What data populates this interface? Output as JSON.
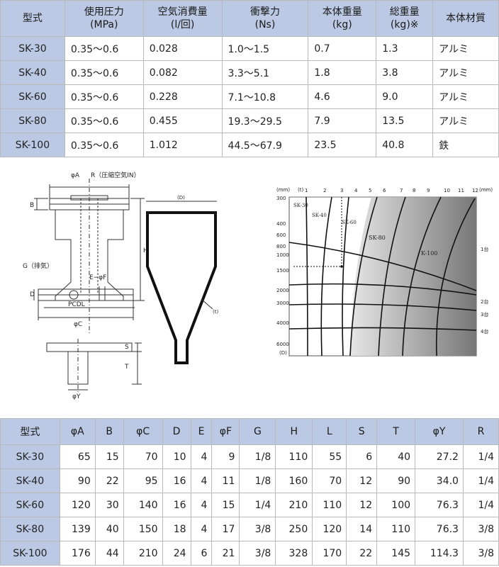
{
  "spec_table": {
    "headers": [
      {
        "line1": "型式",
        "line2": ""
      },
      {
        "line1": "使用圧力",
        "line2": "(MPa)"
      },
      {
        "line1": "空気消費量",
        "line2": "(l/回)"
      },
      {
        "line1": "衝撃力",
        "line2": "(Ns)"
      },
      {
        "line1": "本体重量",
        "line2": "(kg)"
      },
      {
        "line1": "総重量",
        "line2": "(kg)※"
      },
      {
        "line1": "本体材質",
        "line2": ""
      }
    ],
    "rows": [
      [
        "SK-30",
        "0.35〜0.6",
        "0.028",
        "1.0〜1.5",
        "0.7",
        "1.3",
        "アルミ"
      ],
      [
        "SK-40",
        "0.35〜0.6",
        "0.082",
        "3.3〜5.1",
        "1.8",
        "3.8",
        "アルミ"
      ],
      [
        "SK-60",
        "0.35〜0.6",
        "0.228",
        "7.1〜10.8",
        "4.6",
        "9.0",
        "アルミ"
      ],
      [
        "SK-80",
        "0.35〜0.6",
        "0.455",
        "19.3〜29.5",
        "7.9",
        "13.5",
        "アルミ"
      ],
      [
        "SK-100",
        "0.35〜0.6",
        "1.012",
        "44.5〜67.9",
        "23.5",
        "40.8",
        "鉄"
      ]
    ]
  },
  "drawing": {
    "labels": {
      "phiA": "φA",
      "R": "R（圧縮空気IN）",
      "B": "B",
      "H": "H",
      "G": "G（排気）",
      "EF": "E−φF",
      "D": "D",
      "PCDL": "PCDL",
      "phiC": "φC",
      "S": "S",
      "T": "T",
      "phiY": "φY",
      "hopper_D": "(D)",
      "hopper_t": "(t)"
    }
  },
  "chart": {
    "top_axis_unit_left": "(mm)",
    "top_axis_unit_inner": "(t)",
    "top_axis_unit_right": "(mm)",
    "top_ticks": [
      "1",
      "2",
      "3",
      "4",
      "5",
      "6",
      "7",
      "8",
      "9",
      "10",
      "11",
      "12"
    ],
    "left_ticks": [
      "300",
      "400",
      "600",
      "800",
      "1000",
      "1500",
      "2000",
      "3000",
      "4000",
      "6000"
    ],
    "left_axis_unit": "(D)",
    "curve_labels": [
      "SK-30",
      "SK-40",
      "SK-60",
      "SK-80",
      "K-100"
    ],
    "right_labels": [
      "1台",
      "2台",
      "3台",
      "4台"
    ]
  },
  "dim_table": {
    "headers": [
      "型式",
      "φA",
      "B",
      "φC",
      "D",
      "E",
      "φF",
      "G",
      "H",
      "L",
      "S",
      "T",
      "φY",
      "R"
    ],
    "rows": [
      [
        "SK-30",
        "65",
        "15",
        "70",
        "10",
        "4",
        "9",
        "1/8",
        "110",
        "55",
        "6",
        "40",
        "27.2",
        "1/4"
      ],
      [
        "SK-40",
        "90",
        "22",
        "95",
        "16",
        "4",
        "11",
        "1/8",
        "160",
        "70",
        "12",
        "90",
        "34.0",
        "1/4"
      ],
      [
        "SK-60",
        "120",
        "30",
        "140",
        "16",
        "4",
        "15",
        "1/4",
        "210",
        "110",
        "12",
        "100",
        "76.3",
        "1/4"
      ],
      [
        "SK-80",
        "139",
        "40",
        "150",
        "18",
        "4",
        "17",
        "3/8",
        "250",
        "120",
        "14",
        "110",
        "76.3",
        "3/8"
      ],
      [
        "SK-100",
        "176",
        "44",
        "210",
        "24",
        "6",
        "21",
        "3/8",
        "328",
        "170",
        "22",
        "145",
        "114.3",
        "3/8"
      ]
    ]
  }
}
